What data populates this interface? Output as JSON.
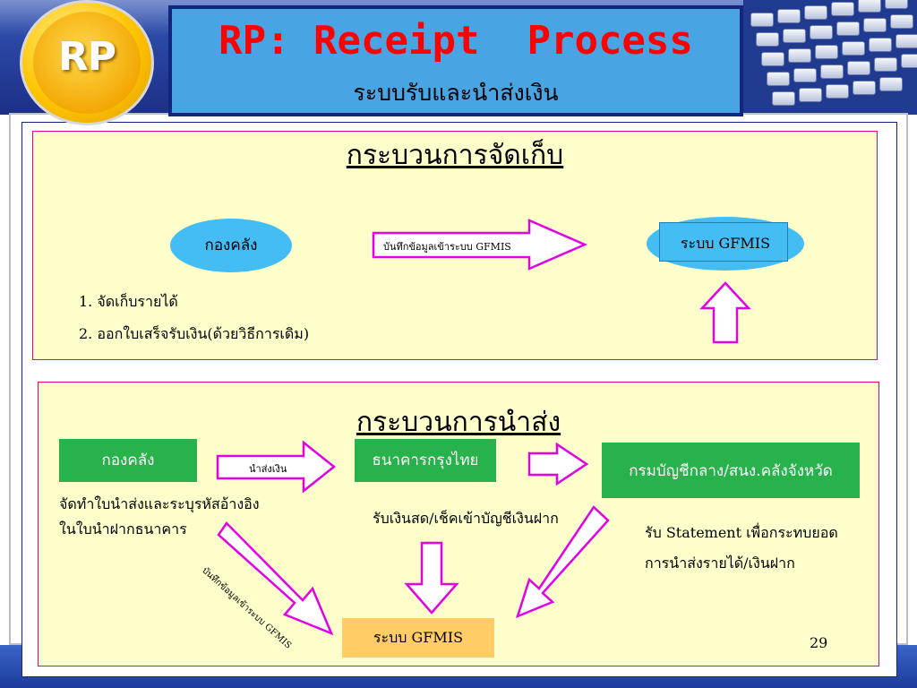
{
  "header": {
    "logo_text": "RP",
    "title_en": "RP: Receipt  Process",
    "title_th": "ระบบรับและนำส่งเงิน"
  },
  "collection": {
    "title": "กระบวนการจัดเก็บ",
    "treasury_label": "กองคลัง",
    "arrow_label": "บันทึกข้อมูลเข้าระบบ GFMIS",
    "gfmis_label": "ระบบ GFMIS",
    "steps": [
      "1. จัดเก็บรายได้",
      "2. ออกใบเสร็จรับเงิน(ด้วยวิธีการเดิม)"
    ]
  },
  "remittance": {
    "title": "กระบวนการนำส่ง",
    "treasury_label": "กองคลัง",
    "remit_arrow_label": "นำส่งเงิน",
    "bank_label": "ธนาคารกรุงไทย",
    "comptroller_label": "กรมบัญชีกลาง/สนง.คลังจังหวัด",
    "treasury_note": [
      "จัดทำใบนำส่งและระบุรหัสอ้างอิง",
      "ในใบนำฝากธนาคาร"
    ],
    "bank_note": "รับเงินสด/เช็คเข้าบัญชีเงินฝาก",
    "comptroller_note": [
      "รับ Statement เพื่อกระทบยอด",
      "การนำส่งรายได้/เงินฝาก"
    ],
    "diag_arrow_label": "บันทึกข้อมูลเข้าระบบ GFMIS",
    "gfmis_label": "ระบบ GFMIS"
  },
  "page_number": "29",
  "colors": {
    "header_blue": "#1c2f86",
    "title_box": "#49a4e3",
    "title_red": "#ff0000",
    "panel_fill": "#ffffcc",
    "panel_border": "#e6007a",
    "ellipse_blue": "#44bdf4",
    "green_box": "#28b24b",
    "orange_box": "#ffcc66",
    "arrow_stroke": "#e400e4"
  }
}
